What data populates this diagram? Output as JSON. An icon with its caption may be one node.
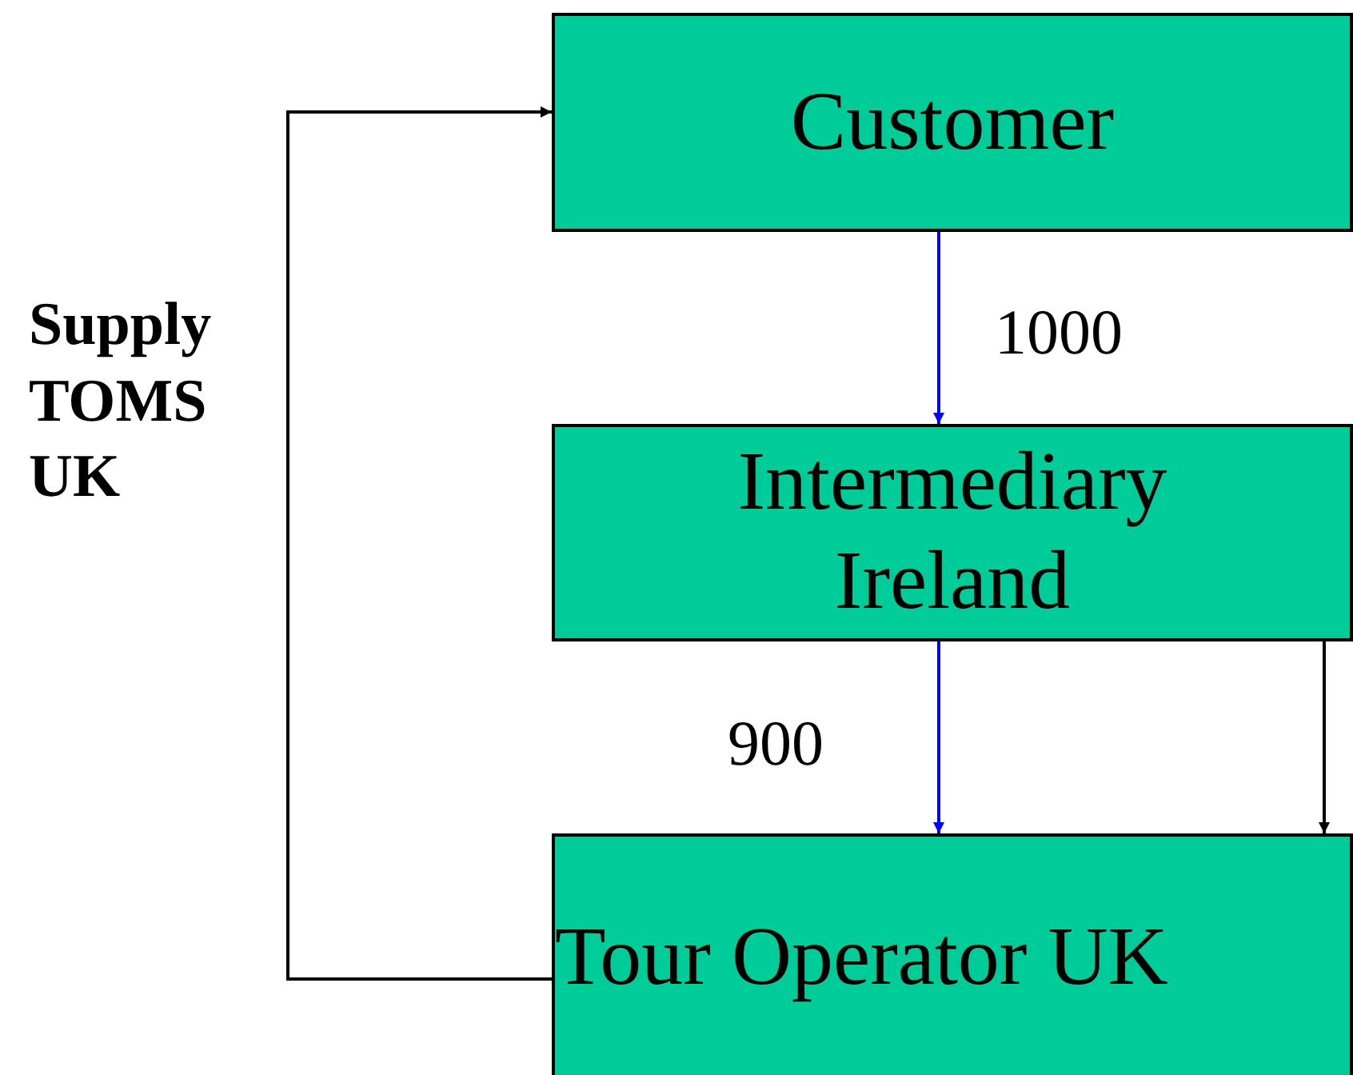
{
  "diagram": {
    "nodes": [
      {
        "text": [
          "Customer"
        ]
      },
      {
        "text": [
          "Intermediary Ireland"
        ]
      },
      {
        "text": [
          "Tour Operator UK"
        ]
      }
    ],
    "edges": [
      {
        "from": 0,
        "to": 1,
        "arrow": "to",
        "label": "1000",
        "color": "#0000ff"
      },
      {
        "from": 1,
        "to": 2,
        "arrow": "to",
        "label": "900",
        "color": "#0000ff"
      },
      {
        "from": 1,
        "to": 2,
        "arrow": "to",
        "color": "#000000"
      },
      {
        "from": 2,
        "to": 0,
        "arrow": "to",
        "label": "Supply TOMS UK",
        "color": "#000000"
      }
    ]
  }
}
